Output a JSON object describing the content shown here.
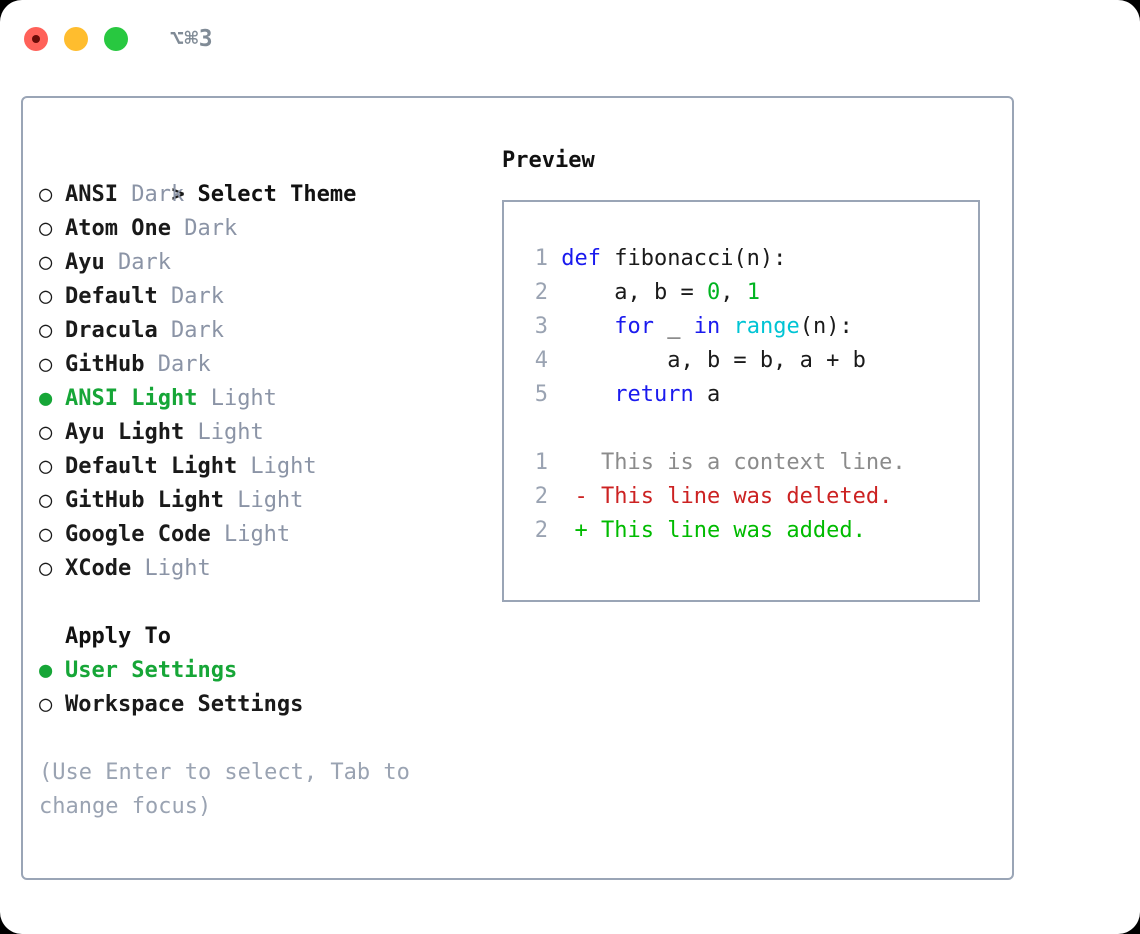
{
  "titlebar": {
    "shortcut": "⌥⌘3",
    "lights": [
      {
        "name": "close",
        "color": "#ff6159"
      },
      {
        "name": "minimize",
        "color": "#ffbd2e"
      },
      {
        "name": "zoom",
        "color": "#28c840"
      }
    ]
  },
  "theme_list": {
    "caret": ">",
    "heading": "Select Theme",
    "marker_unselected": "○",
    "marker_selected": "●",
    "accent_color": "#16a637",
    "items": [
      {
        "name": "ANSI",
        "kind": "Dark",
        "selected": false
      },
      {
        "name": "Atom One",
        "kind": "Dark",
        "selected": false
      },
      {
        "name": "Ayu",
        "kind": "Dark",
        "selected": false
      },
      {
        "name": "Default",
        "kind": "Dark",
        "selected": false
      },
      {
        "name": "Dracula",
        "kind": "Dark",
        "selected": false
      },
      {
        "name": "GitHub",
        "kind": "Dark",
        "selected": false
      },
      {
        "name": "ANSI Light",
        "kind": "Light",
        "selected": true
      },
      {
        "name": "Ayu Light",
        "kind": "Light",
        "selected": false
      },
      {
        "name": "Default Light",
        "kind": "Light",
        "selected": false
      },
      {
        "name": "GitHub Light",
        "kind": "Light",
        "selected": false
      },
      {
        "name": "Google Code",
        "kind": "Light",
        "selected": false
      },
      {
        "name": "XCode",
        "kind": "Light",
        "selected": false
      }
    ]
  },
  "apply_to": {
    "heading": "Apply To",
    "options": [
      {
        "label": "User Settings",
        "selected": true
      },
      {
        "label": "Workspace Settings",
        "selected": false
      }
    ]
  },
  "hint": "(Use Enter to select, Tab to change focus)",
  "preview": {
    "title": "Preview",
    "code_lines": [
      {
        "no": "1",
        "tokens": [
          {
            "t": "def ",
            "c": "kw"
          },
          {
            "t": "fibonacci(n):",
            "c": "plain"
          }
        ]
      },
      {
        "no": "2",
        "tokens": [
          {
            "t": "    a, b = ",
            "c": "plain"
          },
          {
            "t": "0",
            "c": "num"
          },
          {
            "t": ", ",
            "c": "plain"
          },
          {
            "t": "1",
            "c": "num"
          }
        ]
      },
      {
        "no": "3",
        "tokens": [
          {
            "t": "    ",
            "c": "plain"
          },
          {
            "t": "for",
            "c": "kw"
          },
          {
            "t": " _ ",
            "c": "plain"
          },
          {
            "t": "in",
            "c": "kw"
          },
          {
            "t": " ",
            "c": "plain"
          },
          {
            "t": "range",
            "c": "fn"
          },
          {
            "t": "(n):",
            "c": "plain"
          }
        ]
      },
      {
        "no": "4",
        "tokens": [
          {
            "t": "        a, b = b, a + b",
            "c": "plain"
          }
        ]
      },
      {
        "no": "5",
        "tokens": [
          {
            "t": "    ",
            "c": "plain"
          },
          {
            "t": "return",
            "c": "kw"
          },
          {
            "t": " a",
            "c": "plain"
          }
        ]
      },
      {
        "no": "",
        "tokens": [
          {
            "t": "",
            "c": "plain"
          }
        ]
      },
      {
        "no": "1",
        "tokens": [
          {
            "t": "   This is a context line.",
            "c": "ctx"
          }
        ]
      },
      {
        "no": "2",
        "tokens": [
          {
            "t": " - This line was deleted.",
            "c": "del"
          }
        ]
      },
      {
        "no": "2",
        "tokens": [
          {
            "t": " + This line was added.",
            "c": "add"
          }
        ]
      }
    ]
  }
}
